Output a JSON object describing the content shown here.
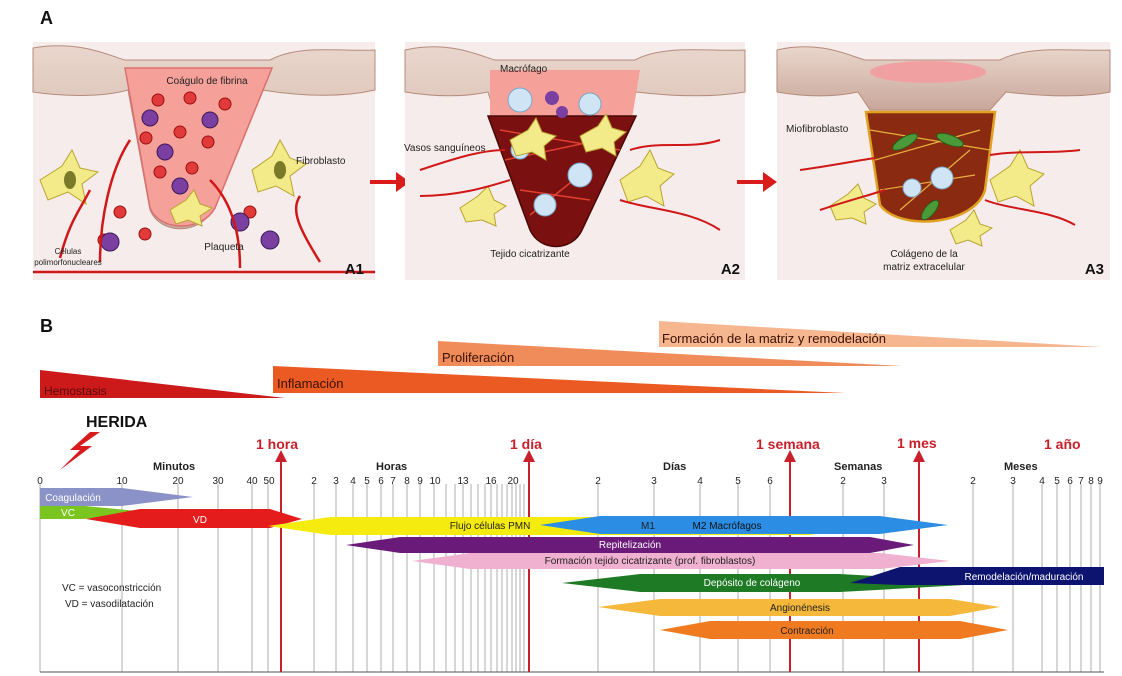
{
  "panel_a": {
    "letter": "A",
    "a1": {
      "tag": "A1",
      "labels": {
        "clot": "Coágulo de fibrina",
        "fibroblast": "Fibroblasto",
        "pmn_1": "Células",
        "pmn_2": "polimorfonucleares",
        "platelet": "Plaqueta"
      }
    },
    "a2": {
      "tag": "A2",
      "labels": {
        "macrophage": "Macrófago",
        "vessels": "Vasos sanguíneos",
        "scar": "Tejido cicatrizante"
      }
    },
    "a3": {
      "tag": "A3",
      "labels": {
        "myofibroblast": "Miofibroblasto",
        "collagen_1": "Colágeno de la",
        "collagen_2": "matriz extracelular"
      }
    }
  },
  "panel_b": {
    "letter": "B",
    "phases": {
      "hemostasis": "Hemostasis",
      "inflammation": "Inflamación",
      "proliferation": "Proliferación",
      "remodeling": "Formación de la matriz y remodelación"
    },
    "wound": "HERIDA",
    "milestones": {
      "hour": "1 hora",
      "day": "1 día",
      "week": "1 semana",
      "month": "1 mes",
      "year": "1 año"
    },
    "units": {
      "minutes": "Minutos",
      "hours": "Horas",
      "days": "Días",
      "weeks": "Semanas",
      "months": "Meses"
    },
    "ticks": {
      "m0": "0",
      "m10": "10",
      "m20": "20",
      "m30": "30",
      "m40": "40",
      "m50": "50",
      "h2": "2",
      "h3": "3",
      "h4": "4",
      "h5": "5",
      "h6": "6",
      "h7": "7",
      "h8": "8",
      "h9": "9",
      "h10": "10",
      "h13": "13",
      "h16": "16",
      "h20": "20",
      "d2": "2",
      "d3": "3",
      "d4": "4",
      "d5": "5",
      "d6": "6",
      "w2": "2",
      "w3": "3",
      "mo2": "2",
      "mo3": "3",
      "mo4": "4",
      "mo5": "5",
      "mo6": "6",
      "mo7": "7",
      "mo8": "8",
      "mo9": "9"
    },
    "bars": {
      "coag": "Coagulación",
      "vc": "VC",
      "vd": "VD",
      "pmn": "Flujo células PMN",
      "m1": "M1",
      "m2": "M2 Macrófagos",
      "repit": "Repitelización",
      "scar_tissue": "Formación tejido cicatrizante (prof. fibroblastos)",
      "collagen": "Depósito de colágeno",
      "remodel": "Remodelación/maduración",
      "angio": "Angionénesis",
      "contraction": "Contracción"
    },
    "legend": {
      "vc": "VC = vasoconstricción",
      "vd": "VD = vasodilatación"
    }
  },
  "colors": {
    "accent_red": "#c8202a",
    "hemostasis": "#cc1a1a",
    "inflammation": "#ea5a22",
    "proliferation": "#f08c5a",
    "remodeling": "#f5b690",
    "coag": "#8a92c8",
    "vc": "#7ac520",
    "vd": "#e51c1c",
    "pmn": "#f5eb0f",
    "macrophage": "#2b8de3",
    "repit": "#6a1a78",
    "scar_tissue": "#f0b0d0",
    "collagen": "#1e7a24",
    "remodel": "#0c1470",
    "angio": "#f5b83a",
    "contraction": "#f07a20"
  }
}
